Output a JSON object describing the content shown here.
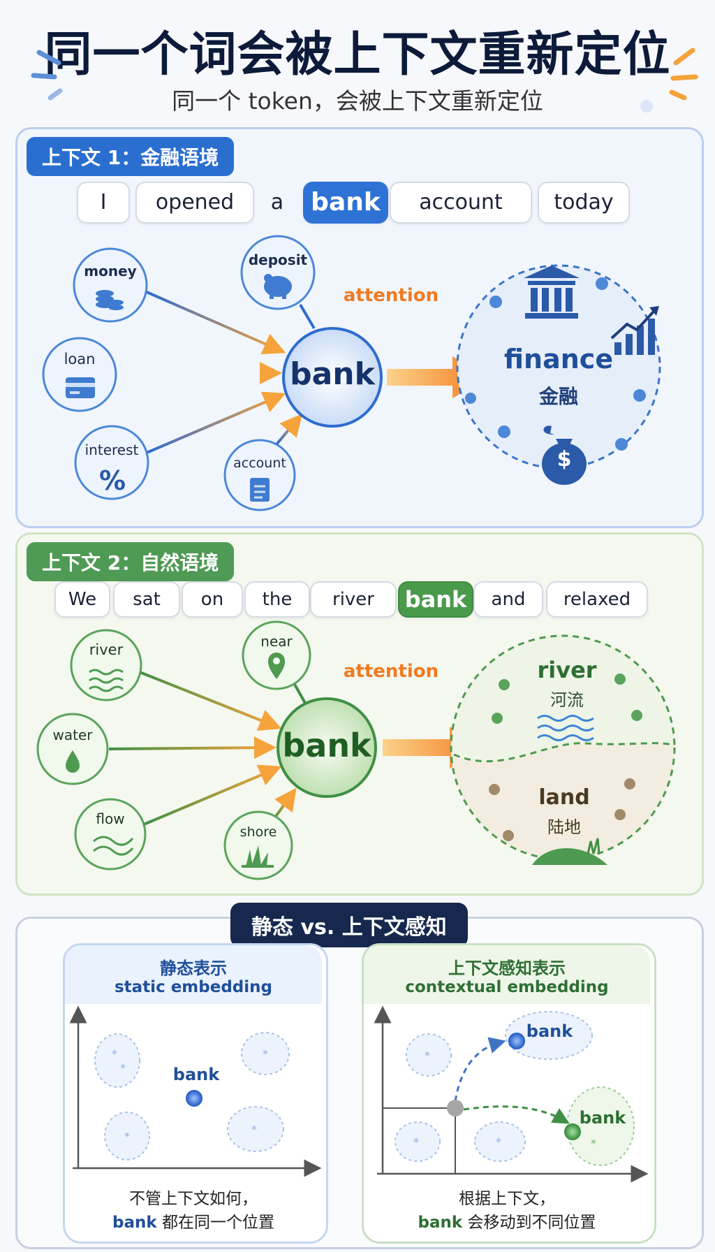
{
  "header": {
    "title": "同一个词会被上下文重新定位",
    "subtitle": "同一个 token，会被上下文重新定位"
  },
  "context1": {
    "tag": "上下文 1：金融语境",
    "tokens": [
      "I",
      "opened",
      "a",
      "bank",
      "account",
      "today"
    ],
    "nodes": {
      "money": "money",
      "deposit": "deposit",
      "loan": "loan",
      "interest": "interest",
      "account": "account",
      "center": "bank"
    },
    "attention": "attention",
    "meaning_en": "finance",
    "meaning_zh": "金融"
  },
  "context2": {
    "tag": "上下文 2：自然语境",
    "tokens": [
      "We",
      "sat",
      "on",
      "the",
      "river",
      "bank",
      "and",
      "relaxed"
    ],
    "nodes": {
      "river": "river",
      "near": "near",
      "water": "water",
      "flow": "flow",
      "shore": "shore",
      "center": "bank"
    },
    "attention": "attention",
    "meaning1_en": "river",
    "meaning1_zh": "河流",
    "meaning2_en": "land",
    "meaning2_zh": "陆地"
  },
  "compare": {
    "tag": "静态 vs. 上下文感知",
    "static": {
      "title_zh": "静态表示",
      "title_en": "static embedding",
      "point": "bank",
      "caption1": "不管上下文如何，",
      "caption2_word": "bank",
      "caption2_rest": " 都在同一个位置"
    },
    "contextual": {
      "title_zh": "上下文感知表示",
      "title_en": "contextual embedding",
      "point_top": "bank",
      "point_bottom": "bank",
      "caption1": "根据上下文，",
      "caption2_word": "bank",
      "caption2_rest": " 会移动到不同位置"
    }
  },
  "colors": {
    "blue": "#2e72d6",
    "green": "#4a9a4c",
    "orange": "#f7892b",
    "navy": "#16284d"
  }
}
